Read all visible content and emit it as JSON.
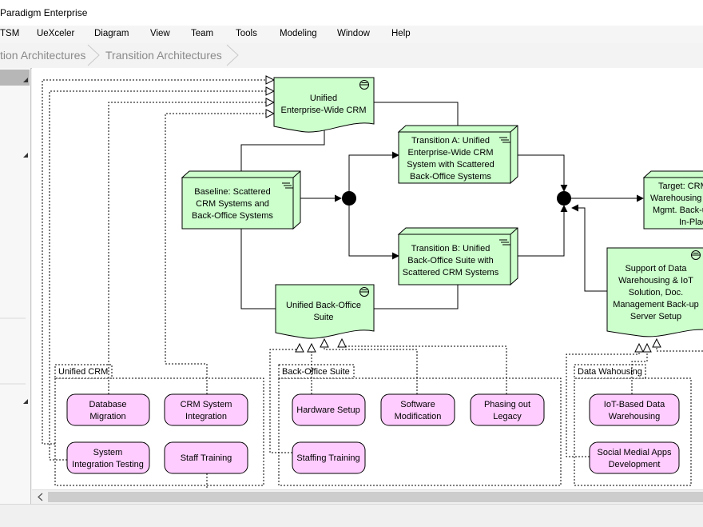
{
  "window": {
    "title": "Paradigm Enterprise"
  },
  "menu": [
    "TSM",
    "UeXceler",
    "Diagram",
    "View",
    "Team",
    "Tools",
    "Modeling",
    "Window",
    "Help"
  ],
  "breadcrumbs": [
    "tion Architectures",
    "Transition Architectures"
  ],
  "diagram": {
    "plateaus": {
      "transition_a": [
        "Transition A: Unified",
        "Enterprise-Wide CRM",
        "System with Scattered",
        "Back-Office Systems"
      ],
      "baseline": [
        "Baseline: Scattered",
        "CRM Systems and",
        "Back-Office Systems"
      ],
      "transition_b": [
        "Transition B: Unified",
        "Back-Office Suite with",
        "Scattered CRM Systems"
      ],
      "target": [
        "Target: CRM",
        "Warehousing",
        "Mgmt. Back-u",
        "In-Plac"
      ]
    },
    "deliverables": {
      "unified_crm": [
        "Unified",
        "Enterprise-Wide CRM"
      ],
      "unified_back_office": [
        "Unified Back-Office",
        "Suite"
      ],
      "data_warehousing": [
        "Support of Data",
        "Warehousing & IoT",
        "Solution, Doc.",
        "Management Back-up",
        "Server Setup"
      ]
    },
    "groups": {
      "unified_crm": "Unified CRM",
      "back_office": "Back-Office Suite",
      "data_warehousing": "Data Wahousing"
    },
    "work_packages": {
      "database_migration": [
        "Database",
        "Migration"
      ],
      "crm_system_integration": [
        "CRM System",
        "Integration"
      ],
      "system_integration_testing": [
        "System",
        "Integration Testing"
      ],
      "staff_training": [
        "Staff Training"
      ],
      "hardware_setup": [
        "Hardware Setup"
      ],
      "software_modification": [
        "Software",
        "Modification"
      ],
      "phasing_out_legacy": [
        "Phasing out",
        "Legacy"
      ],
      "staffing_training": [
        "Staffing Training"
      ],
      "iot_data_warehousing": [
        "IoT-Based Data",
        "Warehousing"
      ],
      "social_media_apps": [
        "Social Medial Apps",
        "Development"
      ]
    }
  },
  "colors": {
    "plateau_fill": "#ccffcc",
    "work_package_fill": "#ffccff",
    "junction": "#000000"
  }
}
